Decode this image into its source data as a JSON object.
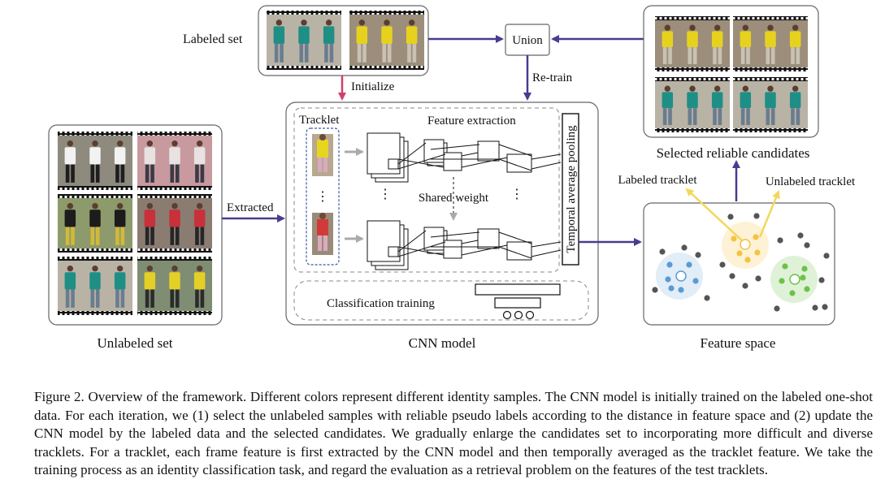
{
  "labels": {
    "labeled_set": "Labeled set",
    "union": "Union",
    "initialize": "Initialize",
    "retrain": "Re-train",
    "selected_candidates": "Selected reliable candidates",
    "labeled_tracklet": "Labeled tracklet",
    "unlabeled_tracklet": "Unlabeled tracklet",
    "tracklet": "Tracklet",
    "feature_extraction": "Feature extraction",
    "shared_weight": "Shared weight",
    "temporal_pooling": "Temporal average pooling",
    "classification_training": "Classification training",
    "extracted": "Extracted",
    "unlabeled_set": "Unlabeled set",
    "cnn_model": "CNN model",
    "feature_space": "Feature space"
  },
  "caption": "Figure 2. Overview of the framework. Different colors represent different identity samples. The CNN model is initially trained on the labeled one-shot data. For each iteration, we (1) select the unlabeled samples with reliable pseudo labels according to the distance in feature space and (2) update the CNN model by the labeled data and the selected candidates. We gradually enlarge the candidates set to incorporating more difficult and diverse tracklets. For a tracklet, each frame feature is first extracted by the CNN model and then temporally averaged as the tracklet feature. We take the training process as an identity classification task, and regard the evaluation as a retrieval problem on the features of the test tracklets.",
  "colors": {
    "arrow_purple": "#4b3b8f",
    "arrow_pink": "#d0406a",
    "arrow_yellow": "#f3d75a",
    "cluster_blue": "#5b9bd5",
    "cluster_yellow": "#f5c242",
    "cluster_green": "#6cc24a",
    "dot_gray": "#555555"
  },
  "filmstrips": {
    "labeled": [
      "teal",
      "yellow"
    ],
    "unlabeled": [
      "black-white",
      "pink-white",
      "black-yellow",
      "red-black",
      "teal",
      "yellow-black"
    ],
    "selected": [
      "yellow",
      "yellow",
      "teal",
      "teal"
    ]
  }
}
